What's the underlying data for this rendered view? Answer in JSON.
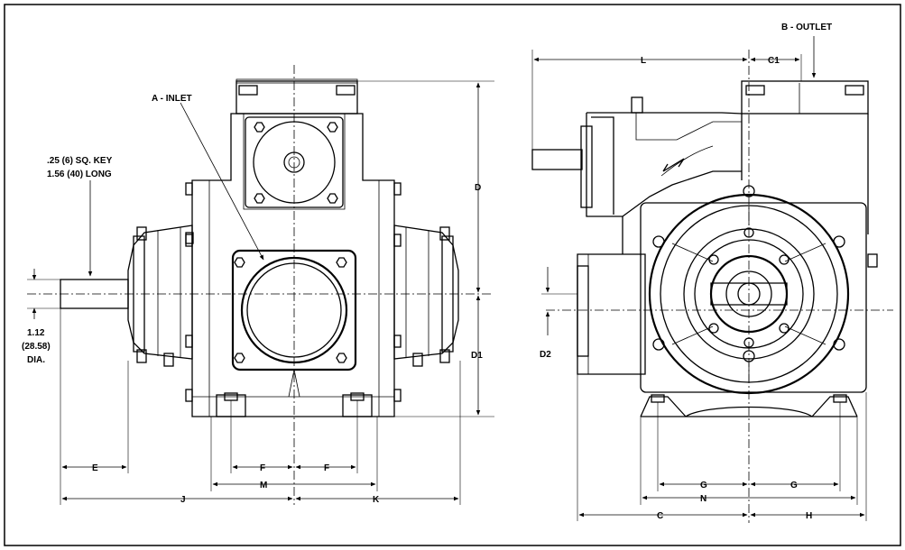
{
  "labels": {
    "inlet": "A - INLET",
    "outlet": "B - OUTLET",
    "key_line1": ".25 (6) SQ. KEY",
    "key_line2": "1.56 (40) LONG",
    "shaft_dia_1": "1.12",
    "shaft_dia_2": "(28.58)",
    "shaft_dia_3": "DIA.",
    "dims": {
      "D": "D",
      "D1": "D1",
      "D2": "D2",
      "E": "E",
      "F_left": "F",
      "F_right": "F",
      "M": "M",
      "J": "J",
      "K": "K",
      "L": "L",
      "C1": "C1",
      "G_left": "G",
      "G_right": "G",
      "N": "N",
      "C": "C",
      "H": "H"
    }
  }
}
